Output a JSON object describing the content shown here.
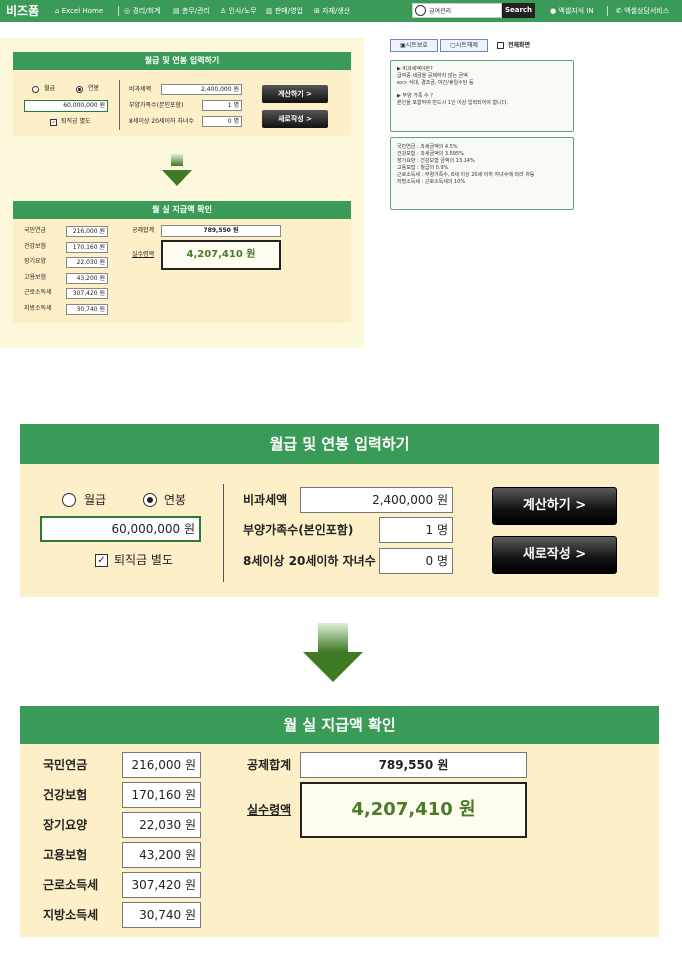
{
  "nav": {
    "brand": "비즈폼",
    "items": [
      "Excel Home",
      "경리/회계",
      "총무/관리",
      "인사/노무",
      "판매/영업",
      "자재/생산"
    ],
    "search_value": "급여관리",
    "search_button": "Search",
    "right_items": [
      "엑셀지식 IN",
      "엑셀상담서비스"
    ]
  },
  "input_panel": {
    "title": "월급 및 연봉 입력하기",
    "radio_monthly": "월급",
    "radio_annual": "연봉",
    "salary_value": "60,000,000 원",
    "severance_label": "퇴직금 별도",
    "nontax_label": "비과세액",
    "nontax_value": "2,400,000 원",
    "dependents_label": "부양가족수(본인포함)",
    "dependents_value": "1 명",
    "children_label": "8세이상 20세이하 자녀수",
    "children_value": "0 명",
    "calc_button": "계산하기  >",
    "reset_button": "새로작성  >"
  },
  "result_panel": {
    "title": "월 실 지급액 확인",
    "items": [
      {
        "label": "국민연금",
        "value": "216,000 원"
      },
      {
        "label": "건강보험",
        "value": "170,160 원"
      },
      {
        "label": "장기요양",
        "value": "22,030 원"
      },
      {
        "label": "고용보험",
        "value": "43,200 원"
      },
      {
        "label": "근로소득세",
        "value": "307,420 원"
      },
      {
        "label": "지방소득세",
        "value": "30,740 원"
      }
    ],
    "deduction_label": "공제합계",
    "deduction_value": "789,550 원",
    "net_label": "실수령액",
    "net_value": "4,207,410 원"
  },
  "side": {
    "tab_protect": "시트보호",
    "tab_unprotect": "시트해제",
    "fullscreen": "전체화면",
    "info1": [
      "▶ 비과세액이란?",
      " 급여중 세금을 공제하지 않는 금액",
      "  ex> 식대, 경조금, 야간/휴일수당 등",
      "",
      "▶ 부양 가족 수 ?",
      " 본인을 포함하여 반드시 1인 이상 입력되어야 합니다."
    ],
    "info2": [
      "국민연금 : 과세금액의 4.5%",
      "건강보험 : 과세금액의 3.595%",
      "장기요양 : 건강보험 금액의 13.14%",
      "고용보험 : 월급의 0.9%",
      "근로소득세 : 부양가족수, 8세 이상 20세 이하 자녀수에 따라 차등",
      "지방소득세 : 근로소득세의 10%"
    ]
  },
  "colors": {
    "green": "#3a9a58",
    "cream": "#fdf0c8",
    "net_text": "#4a7a2a"
  }
}
